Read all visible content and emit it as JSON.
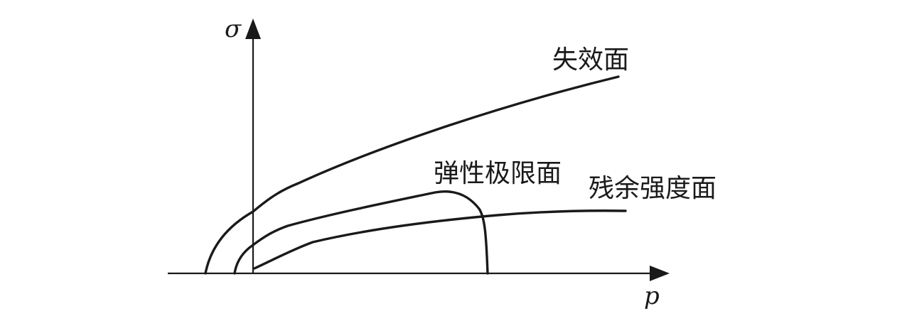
{
  "axes": {
    "x_label": "p",
    "y_label": "σ"
  },
  "curves": {
    "failure_surface": {
      "label": "失效面"
    },
    "elastic_limit_surface": {
      "label": "弹性极限面"
    },
    "residual_strength_surface": {
      "label": "残余强度面"
    }
  },
  "colors": {
    "stroke": "#1a1a1a",
    "background": "#ffffff"
  }
}
